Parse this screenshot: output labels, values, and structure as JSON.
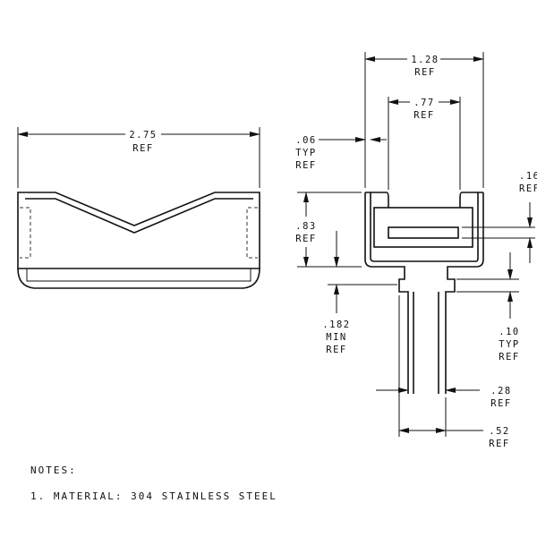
{
  "dimensions": {
    "overall_width": {
      "value": "2.75",
      "note": "REF"
    },
    "channel_outer_width": {
      "value": "1.28",
      "note": "REF"
    },
    "channel_inner_width": {
      "value": ".77",
      "note": "REF"
    },
    "wall_thickness": {
      "value": ".06",
      "note1": "TYP",
      "note2": "REF"
    },
    "channel_height": {
      "value": ".83",
      "note": "REF"
    },
    "slot_height": {
      "value": ".16",
      "note": "REF"
    },
    "stem_length": {
      "value": ".182",
      "note1": "MIN",
      "note2": "REF"
    },
    "flange_thickness": {
      "value": ".10",
      "note1": "TYP",
      "note2": "REF"
    },
    "stem_gap": {
      "value": ".28",
      "note": "REF"
    },
    "stem_outer": {
      "value": ".52",
      "note": "REF"
    }
  },
  "notes": {
    "heading": "NOTES:",
    "items": [
      "1. MATERIAL: 304 STAINLESS STEEL"
    ]
  }
}
